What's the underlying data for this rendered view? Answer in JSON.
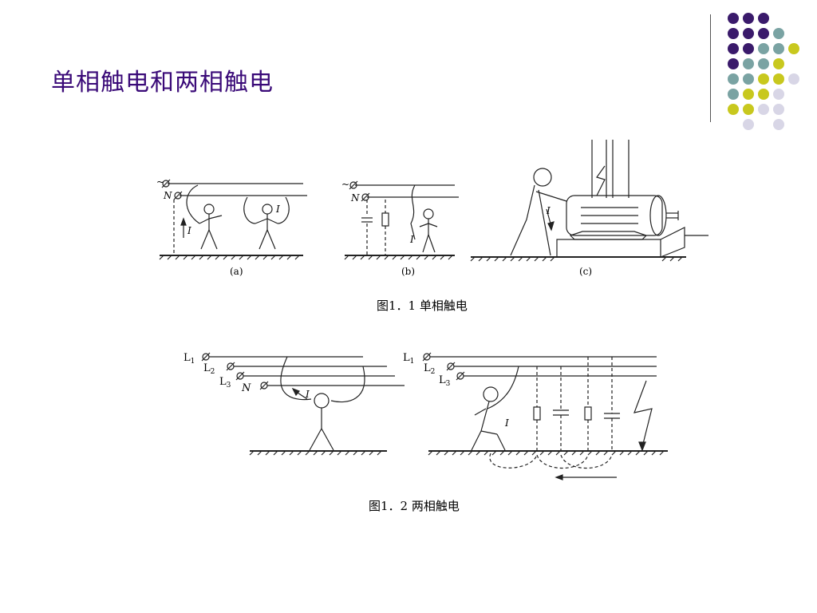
{
  "slide": {
    "title": "单相触电和两相触电"
  },
  "figure1": {
    "caption": "图1．1 单相触电",
    "labels": {
      "phase": "~",
      "neutral": "N",
      "current": "I",
      "a": "(a)",
      "b": "(b)",
      "c": "(c)"
    }
  },
  "figure2": {
    "caption": "图1．2 两相触电",
    "labels": {
      "l1": "L",
      "l1_sub": "1",
      "l2": "L",
      "l2_sub": "2",
      "l3": "L",
      "l3_sub": "3",
      "neutral": "N",
      "current": "I"
    }
  },
  "colors": {
    "title": "#3a0a78",
    "dot_purple": "#3a1a6b",
    "dot_teal": "#7aa3a3",
    "dot_yellow": "#c8c81e",
    "dot_lavender": "#d8d6e6"
  },
  "decor": {
    "dot_grid": [
      [
        "purple",
        "purple",
        "purple",
        "none",
        "none"
      ],
      [
        "purple",
        "purple",
        "purple",
        "teal",
        "none"
      ],
      [
        "purple",
        "purple",
        "teal",
        "teal",
        "yellow"
      ],
      [
        "purple",
        "teal",
        "teal",
        "yellow",
        "none"
      ],
      [
        "teal",
        "teal",
        "yellow",
        "yellow",
        "lavender"
      ],
      [
        "teal",
        "yellow",
        "yellow",
        "lavender",
        "none"
      ],
      [
        "yellow",
        "yellow",
        "lavender",
        "lavender",
        "none"
      ],
      [
        "none",
        "lavender",
        "none",
        "lavender",
        "none"
      ]
    ]
  }
}
